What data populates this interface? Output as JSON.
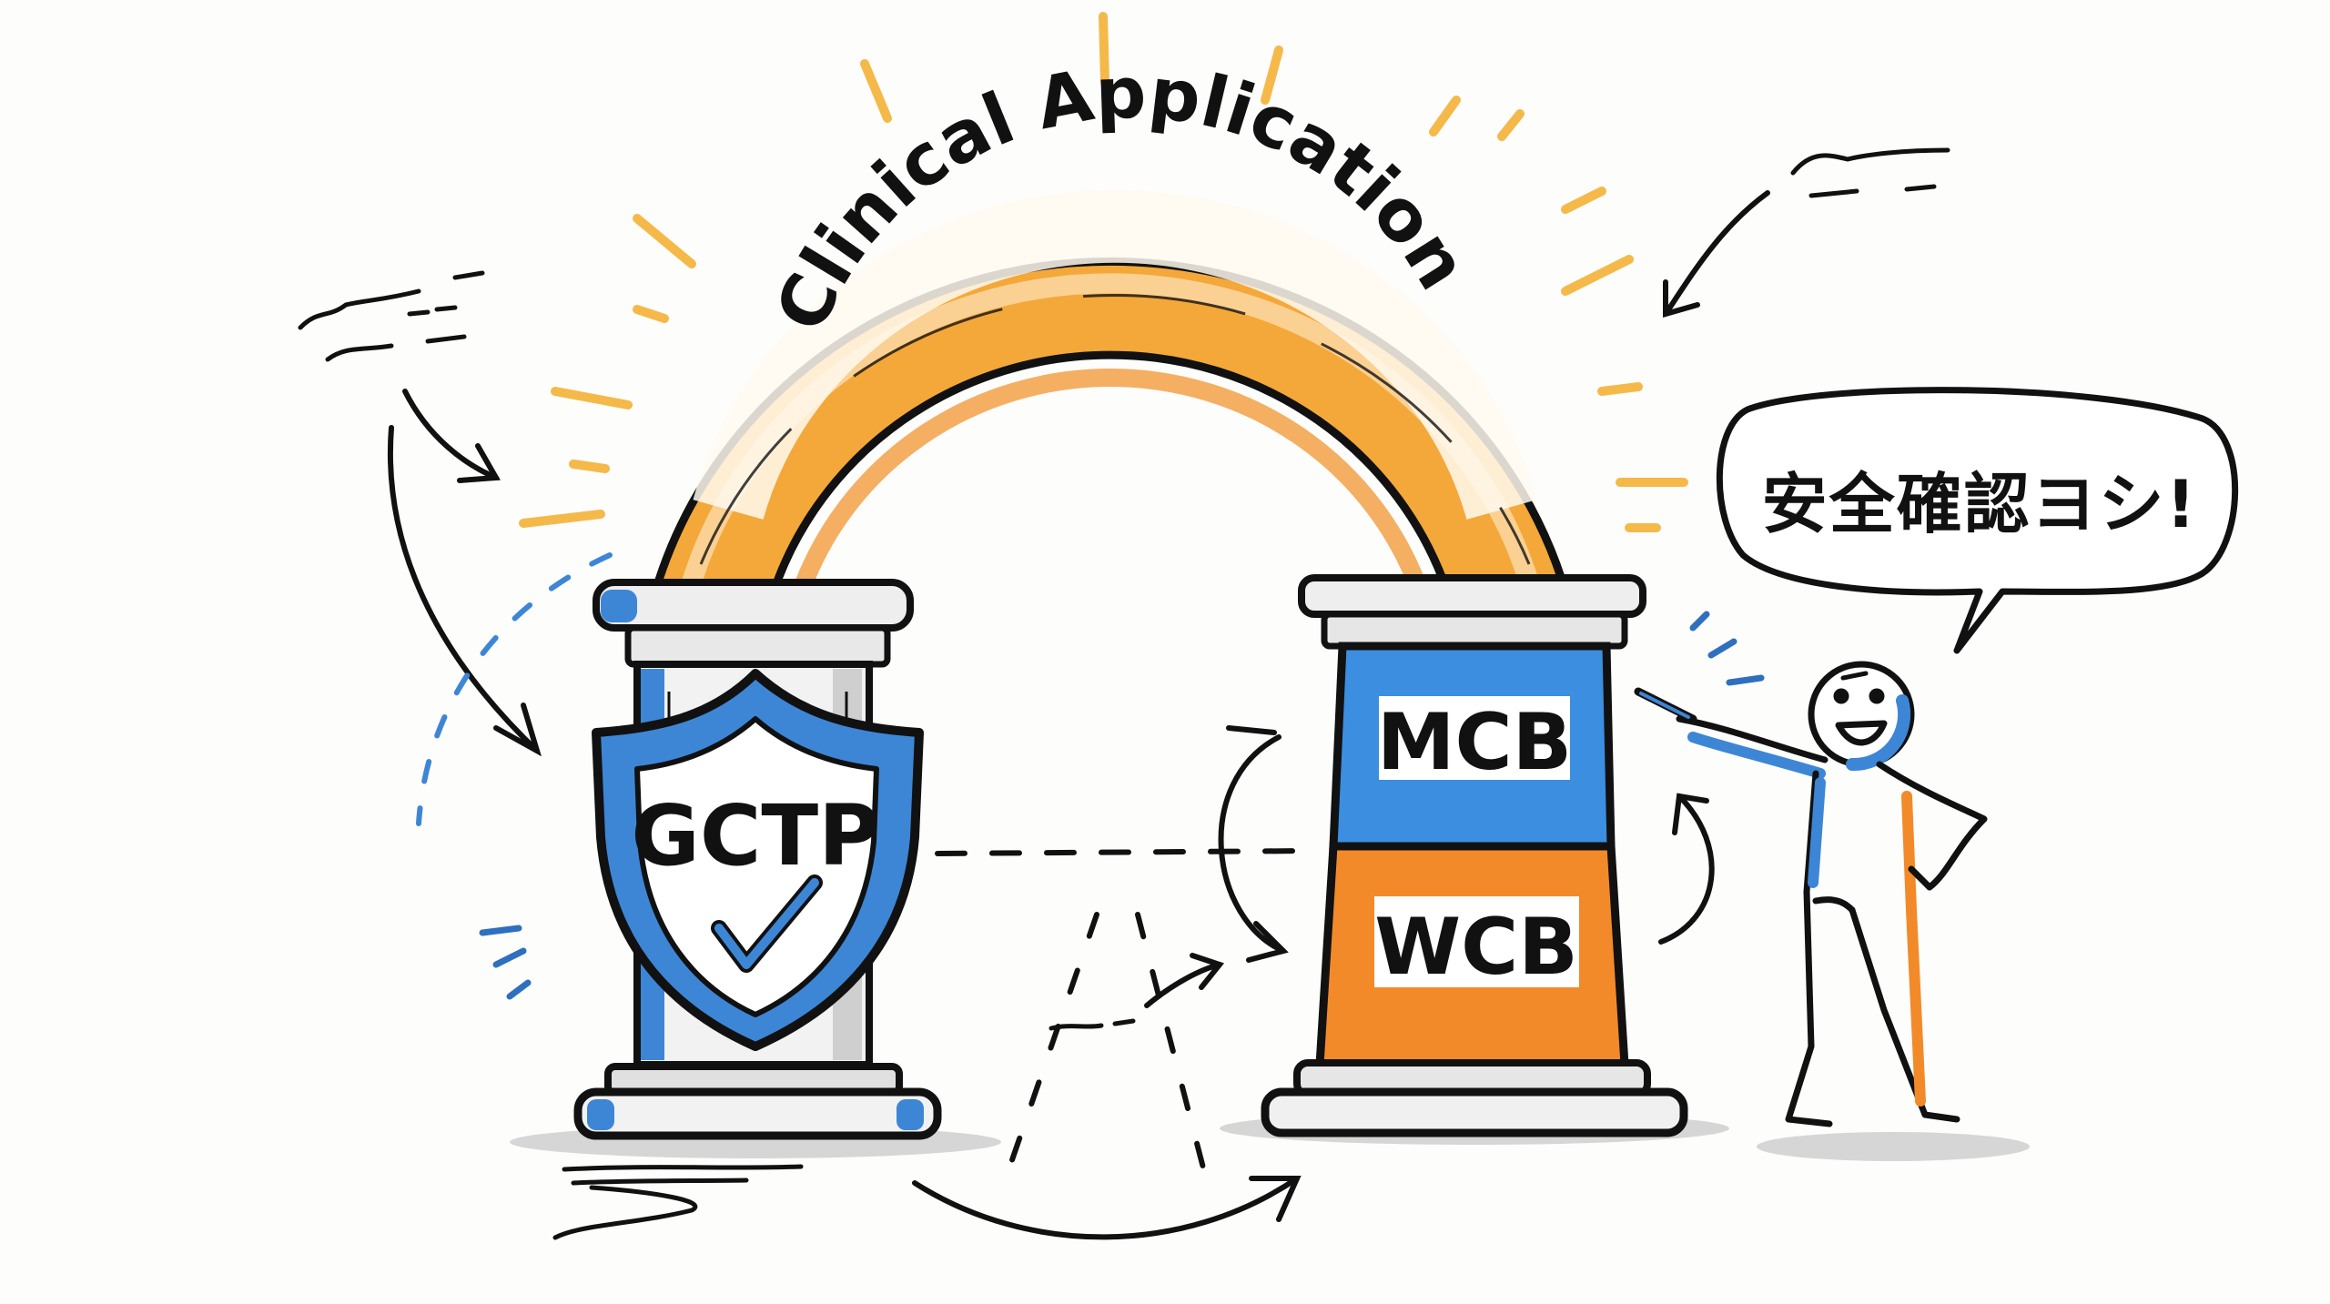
{
  "diagram": {
    "arch": {
      "label": "Clinical Application",
      "color": "#f4a83a",
      "color_dark": "#ef8d22"
    },
    "left_pillar": {
      "shield_label": "GCTP",
      "shield_icon": "shield-check-icon",
      "color": "#3d86d6"
    },
    "right_pillar": {
      "blocks": [
        {
          "label": "MCB",
          "color": "#3b8ee0"
        },
        {
          "label": "WCB",
          "color": "#f28a2a"
        }
      ]
    },
    "character": {
      "speech": "安全確認ヨシ!",
      "pose": "pointing"
    },
    "colors": {
      "ink": "#111111",
      "blue": "#3d86d6",
      "orange": "#f28a2a",
      "yellow": "#f5b94a",
      "stone": "#e6e6e6",
      "shadow": "#cfcfcf",
      "background": "#fdfdfc"
    }
  }
}
